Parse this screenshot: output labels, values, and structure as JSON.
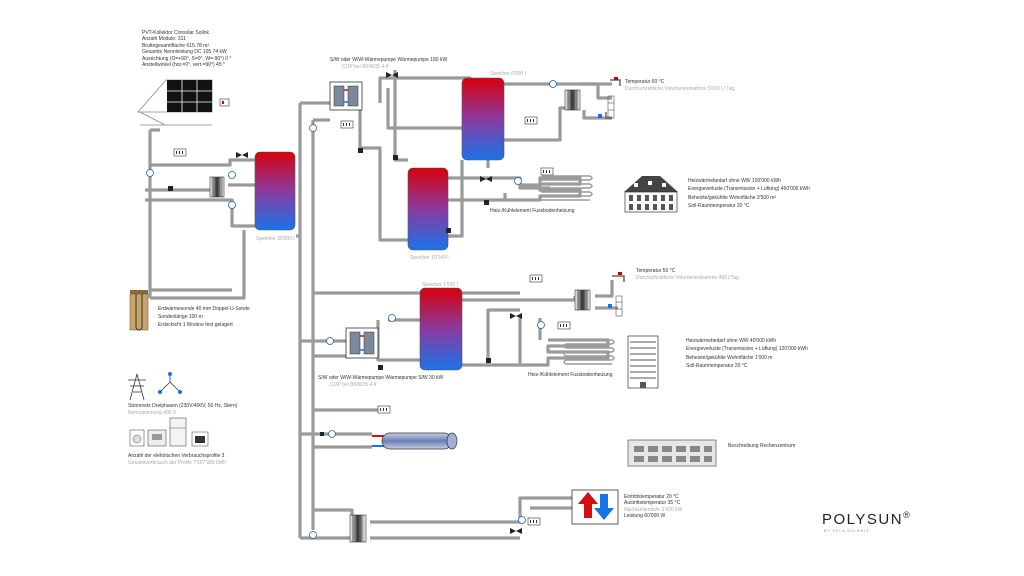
{
  "pv": {
    "lines": [
      "PVT-Kollektor Consolar Solink",
      "Anzahl Module: 311",
      "Bruttogesamtfläche 615.78 m²",
      "Gesamte Nennleistung DC 105.74 kW",
      "Ausrichtung (O=+90°, S=0°, W=-90°) 0 °",
      "Anstellwinkel (hor.=0°, vert.=90°) 45 °"
    ]
  },
  "hp1": {
    "title": "S/W oder W/W-Wärmepumpe Wärmepumpe 180 kW",
    "cop": "COP bei B0/W35 4.4"
  },
  "hp2": {
    "title": "S/W oder W/W-Wärmepumpe Wärmepumpe S/W 30 kW",
    "cop": "COP bei B0/W35 4.4"
  },
  "storage": {
    "main": "Speicher 30'000 l",
    "top1": "Speicher 6'000 l",
    "mid1": "Speicher 10'143 l",
    "top2": "Speicher 1'500 l"
  },
  "dhw1": {
    "temp": "Temperatur 60 °C",
    "vol": "Durchschnittliche Volumenentnahme 5'000 l / Tag"
  },
  "dhw2": {
    "temp": "Temperatur 50 °C",
    "vol": "Durchschnittliche Volumenentnahme 400 l/Tag"
  },
  "floor": {
    "label1": "Heiz-/Kühlelement Fussbodenheizung",
    "label2": "Heiz-/Kühlelement Fussbodenheizung"
  },
  "building1": {
    "lines": [
      "Heizwärmebedarf ohne WW 150'000 kWh",
      "Energieverluste (Transmission + Lüftung) 450'000 kWh",
      "Beheizte/gekühlte Wohnfläche 3'500 m²",
      "Soll-Raumtemperatur 20 °C"
    ]
  },
  "building2": {
    "lines": [
      "Heizwärmebedarf ohne WW 40'000 kWh",
      "Energieverluste (Transmission + Lüftung) 120'000 kWh",
      "Beheizte/gekühlte Wohnfläche 1'000 m",
      "Soll-Raumtemperatur 20 °C"
    ]
  },
  "datacenter": {
    "label": "Beschreibung Rechenzentrum"
  },
  "probe": {
    "lines": [
      "Erdwärmesonde 40 mm Doppel-U-Sonde",
      "Sondenlänge 100 m",
      "Erdschicht 1 Moräne fest gelagert"
    ]
  },
  "grid": {
    "label": "Stromnetz Dreiphasen (230V/400V, 50 Hz, Stern)",
    "sub": "Nennspannung 400 V"
  },
  "appliances": {
    "label": "Anzahl der elektrischen Verbrauchsprofile 3",
    "sub": "Gesamtverbrauch der Profile 7'587'989 kWh"
  },
  "cooler": {
    "lines": [
      "Eintrittstemperatur 20 °C",
      "Austrittstemperatur 35 °C"
    ],
    "grey": "Nachkühlerstufe 3'420 kW",
    "power": "Leistung 60'000 W"
  },
  "brand": {
    "name": "POLYSUN",
    "reg": "®",
    "sub": "BY VELA SOLARIS"
  },
  "colors": {
    "pipe": "#9a9a9a",
    "hot": "#d21010",
    "cold": "#1473e6",
    "pump": "#1a5fb4",
    "frame": "#333333"
  }
}
